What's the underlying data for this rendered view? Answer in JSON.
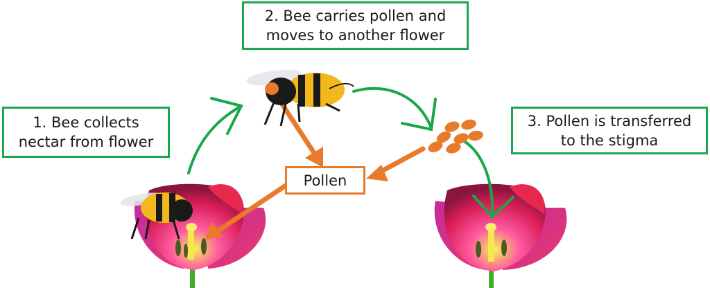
{
  "steps": {
    "step1": "1. Bee collects\nnectar from flower",
    "step2": "2. Bee carries pollen and\nmoves to another flower",
    "step3": "3. Pollen is transferred\nto the stigma"
  },
  "pollen_label": "Pollen",
  "colors": {
    "green_arrow": "#1aa64a",
    "orange_arrow": "#e87a2b",
    "pollen": "#e87a2b",
    "petal": "#d9245a",
    "bee_body": "#f2b81c"
  }
}
